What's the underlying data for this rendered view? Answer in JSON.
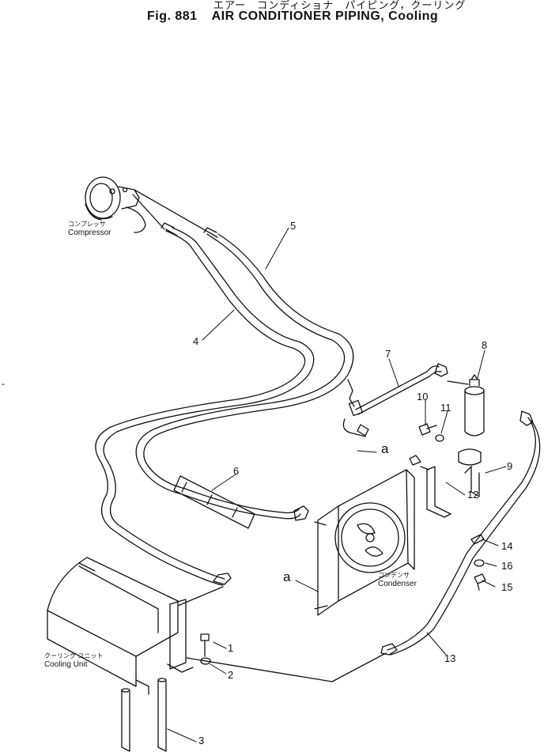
{
  "header": {
    "title_jp": "エアー　コンディショナ　パイピング，クーリング",
    "fig_label": "Fig. 881",
    "title_en": "AIR CONDITIONER PIPING, Cooling"
  },
  "components": {
    "compressor_jp": "コンプレッサ",
    "compressor": "Compressor",
    "condenser_jp": "コンデンサ",
    "condenser": "Condenser",
    "cooling_unit_jp": "クーリング ユニット",
    "cooling_unit": "Cooling Unit"
  },
  "part_numbers": [
    "1",
    "2",
    "3",
    "4",
    "5",
    "6",
    "7",
    "8",
    "9",
    "10",
    "11",
    "12",
    "13",
    "14",
    "15",
    "16"
  ],
  "ref_marks": {
    "a_top": "a",
    "a_bottom": "a"
  },
  "margin_mark": "-"
}
